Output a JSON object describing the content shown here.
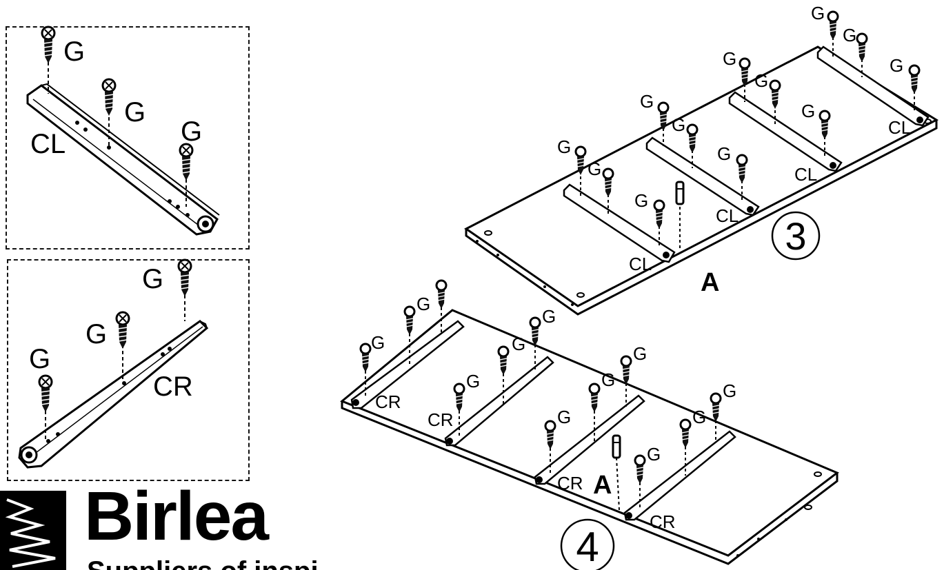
{
  "header_text": "",
  "detail_cl": {
    "part_label": "CL",
    "screw_labels": [
      "G",
      "G",
      "G"
    ]
  },
  "detail_cr": {
    "part_label": "CR",
    "screw_labels": [
      "G",
      "G",
      "G"
    ]
  },
  "step3": {
    "number": "3",
    "panel_label": "A",
    "runner_labels": [
      "CL",
      "CL",
      "CL",
      "CL"
    ],
    "screw_label": "G"
  },
  "step4": {
    "number": "4",
    "panel_label": "A",
    "runner_labels": [
      "CR",
      "CR",
      "CR",
      "CR"
    ],
    "screw_label": "G"
  },
  "brand": {
    "name": "Birlea",
    "tagline": "Suppliers of inspiration"
  },
  "colors": {
    "ink": "#000000",
    "paper": "#ffffff"
  }
}
